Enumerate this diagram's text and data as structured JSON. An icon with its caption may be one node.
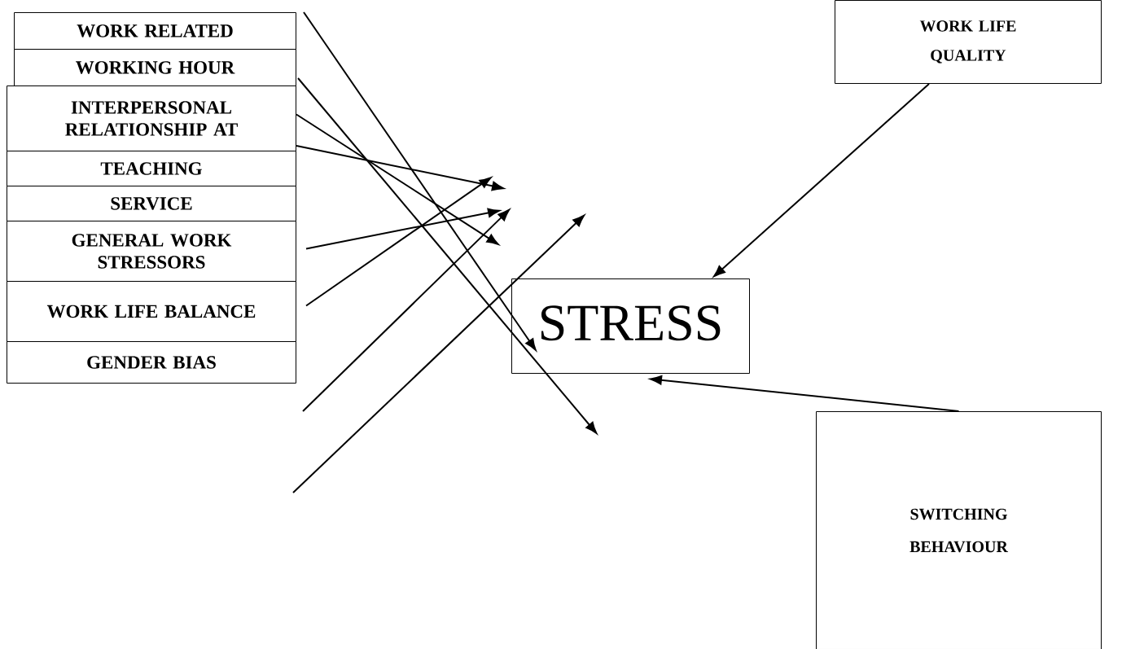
{
  "diagram": {
    "nodes": [
      {
        "text": [
          "WORK RELATED"
        ]
      },
      {
        "text": [
          "WORKING HOUR"
        ]
      },
      {
        "text": [
          "INTERPERSONAL RELATIONSHIP AT"
        ]
      },
      {
        "text": [
          "TEACHING"
        ]
      },
      {
        "text": [
          "SERVICE"
        ]
      },
      {
        "text": [
          "GENERAL WORK STRESSORS"
        ]
      },
      {
        "text": [
          "WORK LIFE BALANCE"
        ]
      },
      {
        "text": [
          "GENDER BIAS"
        ]
      },
      {
        "text": [
          "STRESS"
        ]
      },
      {
        "text": [
          "WORK LIFE QUALITY"
        ]
      },
      {
        "text": [
          "SWITCHING BEHAVIOUR"
        ]
      }
    ],
    "edges": [
      {
        "from": 0,
        "to": 8,
        "arrow": "to"
      },
      {
        "from": 1,
        "to": null,
        "arrow": "to"
      },
      {
        "from": 2,
        "to": null,
        "arrow": "to"
      },
      {
        "from": 2,
        "to": null,
        "arrow": "to"
      },
      {
        "from": 5,
        "to": null,
        "arrow": "to"
      },
      {
        "from": 6,
        "to": null,
        "arrow": "to"
      },
      {
        "from": 9,
        "to": 8,
        "arrow": "to"
      },
      {
        "from": 10,
        "to": 8,
        "arrow": "to"
      }
    ]
  }
}
